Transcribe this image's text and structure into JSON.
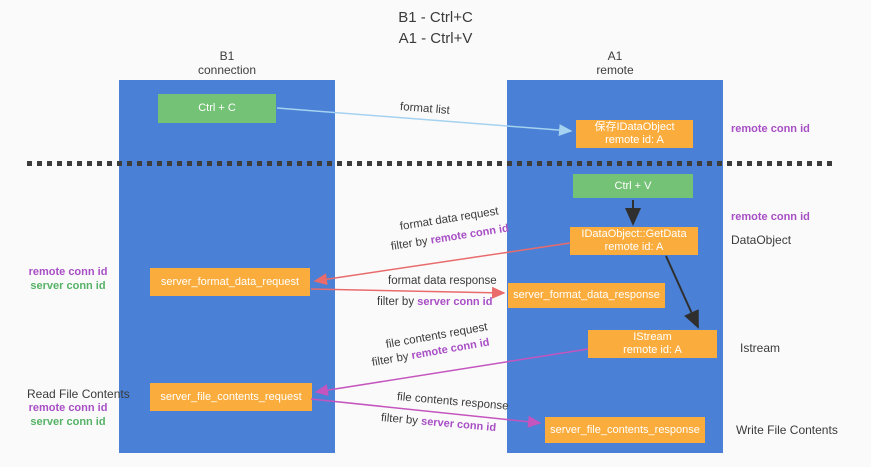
{
  "title": {
    "line1": "B1 - Ctrl+C",
    "line2": "A1 - Ctrl+V"
  },
  "columns": {
    "b1": {
      "name": "B1",
      "subtitle": "connection"
    },
    "a1": {
      "name": "A1",
      "subtitle": "remote"
    }
  },
  "boxes": {
    "ctrl_c": {
      "label": "Ctrl + C"
    },
    "save_idataobject": {
      "line1": "保存IDataObject",
      "line2": "remote id: A"
    },
    "ctrl_v": {
      "label": "Ctrl + V"
    },
    "getdata": {
      "line1": "IDataObject::GetData",
      "line2": "remote id: A"
    },
    "format_request": {
      "label": "server_format_data_request"
    },
    "format_response": {
      "label": "server_format_data_response"
    },
    "istream": {
      "line1": "IStream",
      "line2": "remote id: A"
    },
    "file_request": {
      "label": "server_file_contents_request"
    },
    "file_response": {
      "label": "server_file_contents_response"
    }
  },
  "arrow_labels": {
    "format_list": "format list",
    "format_data_request": "format data request",
    "format_data_request_filter": {
      "prefix": "filter by ",
      "id": "remote conn id"
    },
    "format_data_response": "format data response",
    "format_data_response_filter": {
      "prefix": "filter by ",
      "id": "server conn id"
    },
    "file_contents_request": "file contents request",
    "file_contents_request_filter": {
      "prefix": "filter by ",
      "id": "remote conn id"
    },
    "file_contents_response": "file contents response",
    "file_contents_response_filter": {
      "prefix": "filter by ",
      "id": "server conn id"
    }
  },
  "side_labels": {
    "right_remote_conn_top": "remote conn id",
    "right_remote_conn_mid": "remote conn id",
    "right_dataobject": "DataObject",
    "right_istream": "Istream",
    "right_write_file": "Write File Contents",
    "left_remote_conn_mid": "remote conn id",
    "left_server_conn_mid": "server conn id",
    "left_read_file": "Read File Contents",
    "left_remote_conn_bottom": "remote conn id",
    "left_server_conn_bottom": "server conn id"
  },
  "colors": {
    "column_blue": "#4a80d5",
    "box_green": "#74c276",
    "box_orange": "#faad3d",
    "arrow_light_blue": "#a5d2f0",
    "arrow_salmon": "#e96b6b",
    "arrow_magenta": "#c455be",
    "arrow_black": "#2f2f2f",
    "text_purple": "#a84fc5",
    "text_green": "#55b266",
    "dashed_divider": "#3c3c3c"
  }
}
